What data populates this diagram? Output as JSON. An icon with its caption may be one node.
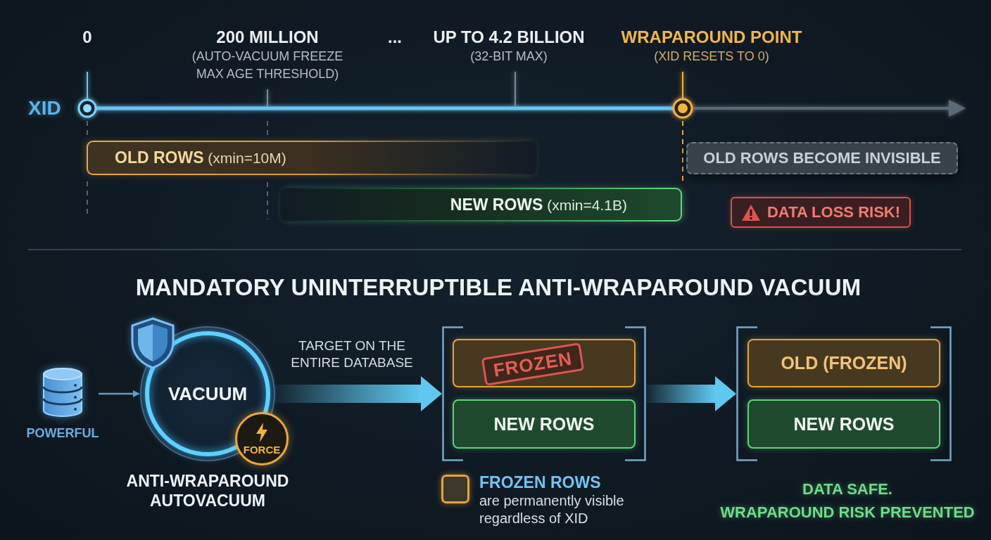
{
  "diagram": {
    "title": "MANDATORY UNINTERRUPTIBLE ANTI-WRAPAROUND VACUUM",
    "nodes": [
      {
        "text": [
          "**OLD ROWS** (xmin=10M)"
        ]
      },
      {
        "text": [
          "OLD ROWS BECOME INVISIBLE"
        ]
      },
      {
        "text": [
          "**NEW ROWS** (xmin=4.1B)"
        ]
      },
      {
        "text": [
          "DATA LOSS RISK!"
        ]
      },
      {
        "text": [
          "POWERFUL"
        ]
      },
      {
        "text": [
          "VACUUM"
        ],
        "beside": [
          "ANTI-WRAPAROUND AUTOVACUUM"
        ]
      },
      {
        "text": [
          "FORCE"
        ]
      },
      {
        "text": [],
        "shape": "bracket"
      },
      {
        "text": [],
        "shape": "box",
        "in": 7
      },
      {
        "text": [
          "FROZEN"
        ],
        "in": 8
      },
      {
        "text": [
          "NEW ROWS"
        ],
        "in": 7
      },
      {
        "text": [],
        "shape": "bracket",
        "beside": [
          "DATA SAFE.",
          "WRAPAROUND RISK PREVENTED"
        ]
      },
      {
        "text": [
          "OLD (FROZEN)"
        ],
        "in": 11
      },
      {
        "text": [
          "NEW ROWS"
        ],
        "in": 11
      }
    ],
    "edges": [
      {
        "from": 4,
        "to": 5,
        "arrow": "to"
      },
      {
        "from": 5,
        "to": 7,
        "arrow": "to",
        "label": "TARGET ON THE ENTIRE DATABASE",
        "style": "thick"
      },
      {
        "from": 7,
        "to": 11,
        "arrow": "to",
        "style": "thick"
      }
    ],
    "labels": [
      "0",
      "200 MILLION",
      "(AUTO-VACUUM FREEZE MAX AGE THRESHOLD)",
      "...",
      "UP TO 4.2 BILLION",
      "(32-BIT MAX)",
      "WRAPAROUND POINT",
      "(XID RESETS TO 0)",
      "XID"
    ],
    "legend": [
      {
        "text": "**FROZEN ROWS** are permanently visible regardless of XID",
        "color": "#e3a43e"
      }
    ]
  }
}
